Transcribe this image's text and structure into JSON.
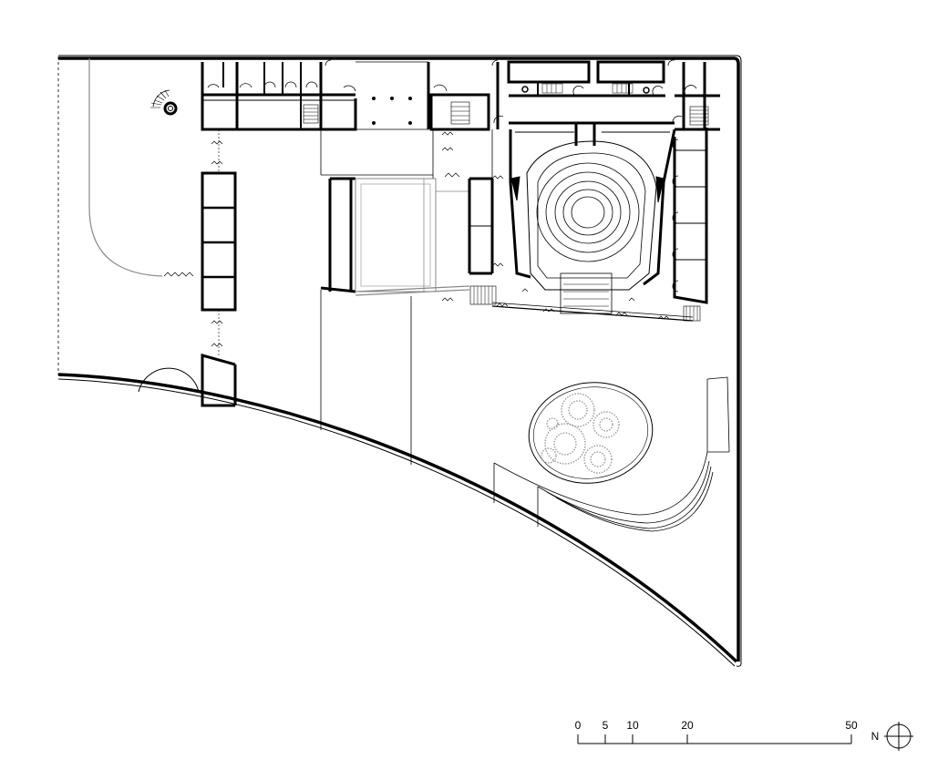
{
  "scale_bar": {
    "ticks": [
      "0",
      "5",
      "10",
      "20",
      "50"
    ],
    "unit_values": [
      0,
      5,
      10,
      20,
      50
    ]
  },
  "north_arrow": {
    "label": "N",
    "icon": "north-arrow-icon"
  },
  "colors": {
    "line": "#000000",
    "grey": "#888888",
    "tree": "#9a9a9a"
  }
}
